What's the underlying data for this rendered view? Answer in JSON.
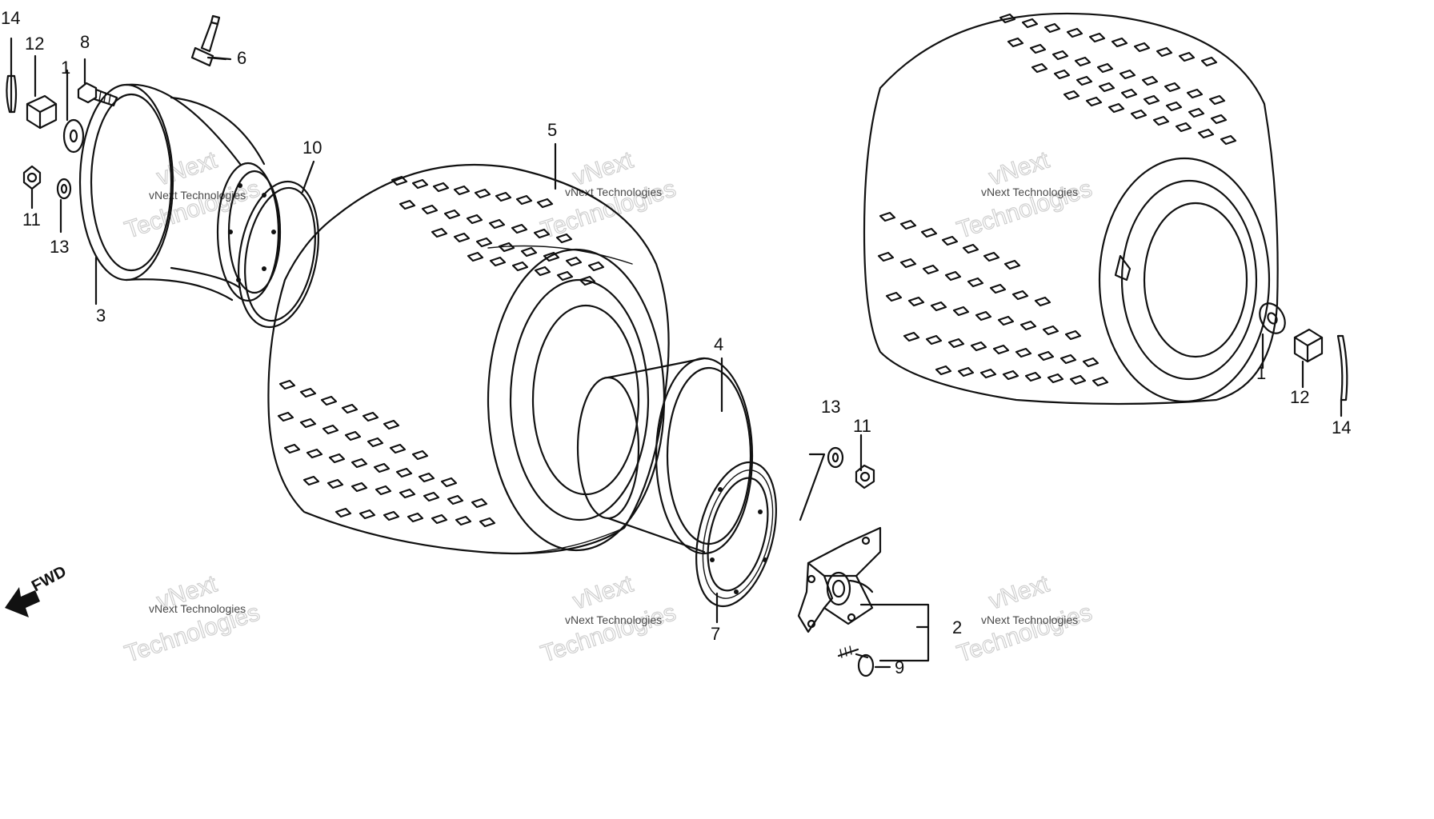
{
  "callouts": {
    "c14_left": "14",
    "c12_left": "12",
    "c1_left": "1",
    "c8": "8",
    "c6": "6",
    "c11_left": "11",
    "c13_left": "13",
    "c3": "3",
    "c10": "10",
    "c5": "5",
    "c4": "4",
    "c7": "7",
    "c13_right": "13",
    "c11_right": "11",
    "c2": "2",
    "c9": "9",
    "c1_right": "1",
    "c12_right": "12",
    "c14_right": "14"
  },
  "direction": {
    "label": "FWD"
  },
  "watermark": {
    "line1": "vNext Technologies",
    "line2a": "vNext",
    "line2b": "Technologies"
  }
}
